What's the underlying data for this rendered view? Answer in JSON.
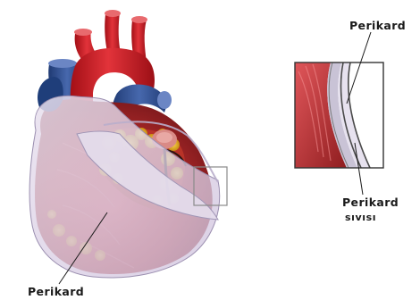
{
  "labels": {
    "pericardium_inset": "Perikard",
    "pericardial_fluid_line1": "Perikard",
    "pericardial_fluid_line2": "sıvısı",
    "pericardium_main": "Perikard"
  },
  "colors": {
    "artery": "#c8161f",
    "vein": "#2c4d8e",
    "myocardium": "#b8241e",
    "fat": "#e3b02a",
    "pericardium_sac": "#ddd3e6",
    "inset_border": "#333333",
    "zoom_box": "#888888"
  }
}
